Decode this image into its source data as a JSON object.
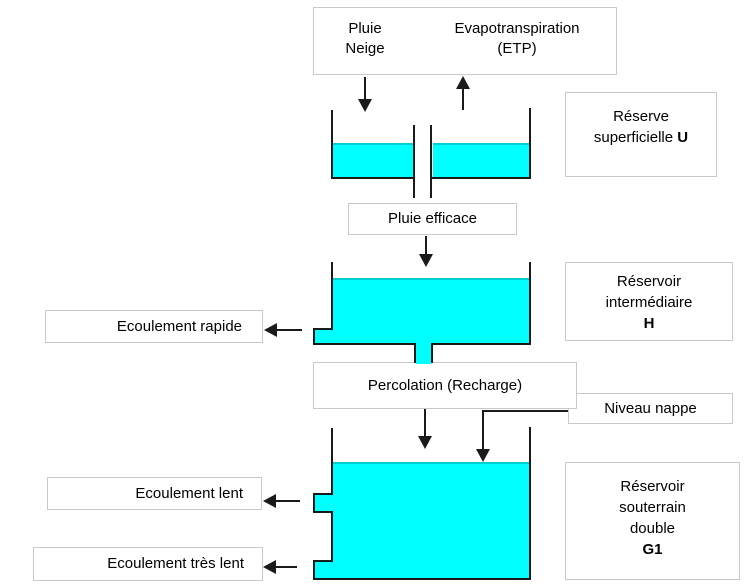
{
  "diagram": {
    "colors": {
      "water": "#00ffff",
      "water_edge": "#00ced4",
      "wall": "#1a1a1a",
      "box_border": "#c9c9c9",
      "background": "#ffffff",
      "text": "#000000"
    },
    "inputs_box": {
      "pluie_line1": "Pluie",
      "pluie_line2": "Neige",
      "etp_line1": "Evapotranspiration",
      "etp_line2": "(ETP)"
    },
    "reserve_superficielle": {
      "line1": "Réserve",
      "line2": "superficielle",
      "symbol": "U"
    },
    "pluie_efficace": {
      "label": "Pluie efficace"
    },
    "ecoulement_rapide": {
      "label": "Ecoulement rapide"
    },
    "reservoir_intermediaire": {
      "line1": "Réservoir",
      "line2": "intermédiaire",
      "symbol": "H"
    },
    "percolation": {
      "label": "Percolation (Recharge)"
    },
    "niveau_nappe": {
      "label": "Niveau nappe"
    },
    "reservoir_souterrain": {
      "line1": "Réservoir",
      "line2": "souterrain",
      "line3": "double",
      "symbol": "G1"
    },
    "ecoulement_lent": {
      "label": "Ecoulement lent"
    },
    "ecoulement_tres_lent": {
      "label": "Ecoulement très lent"
    }
  }
}
